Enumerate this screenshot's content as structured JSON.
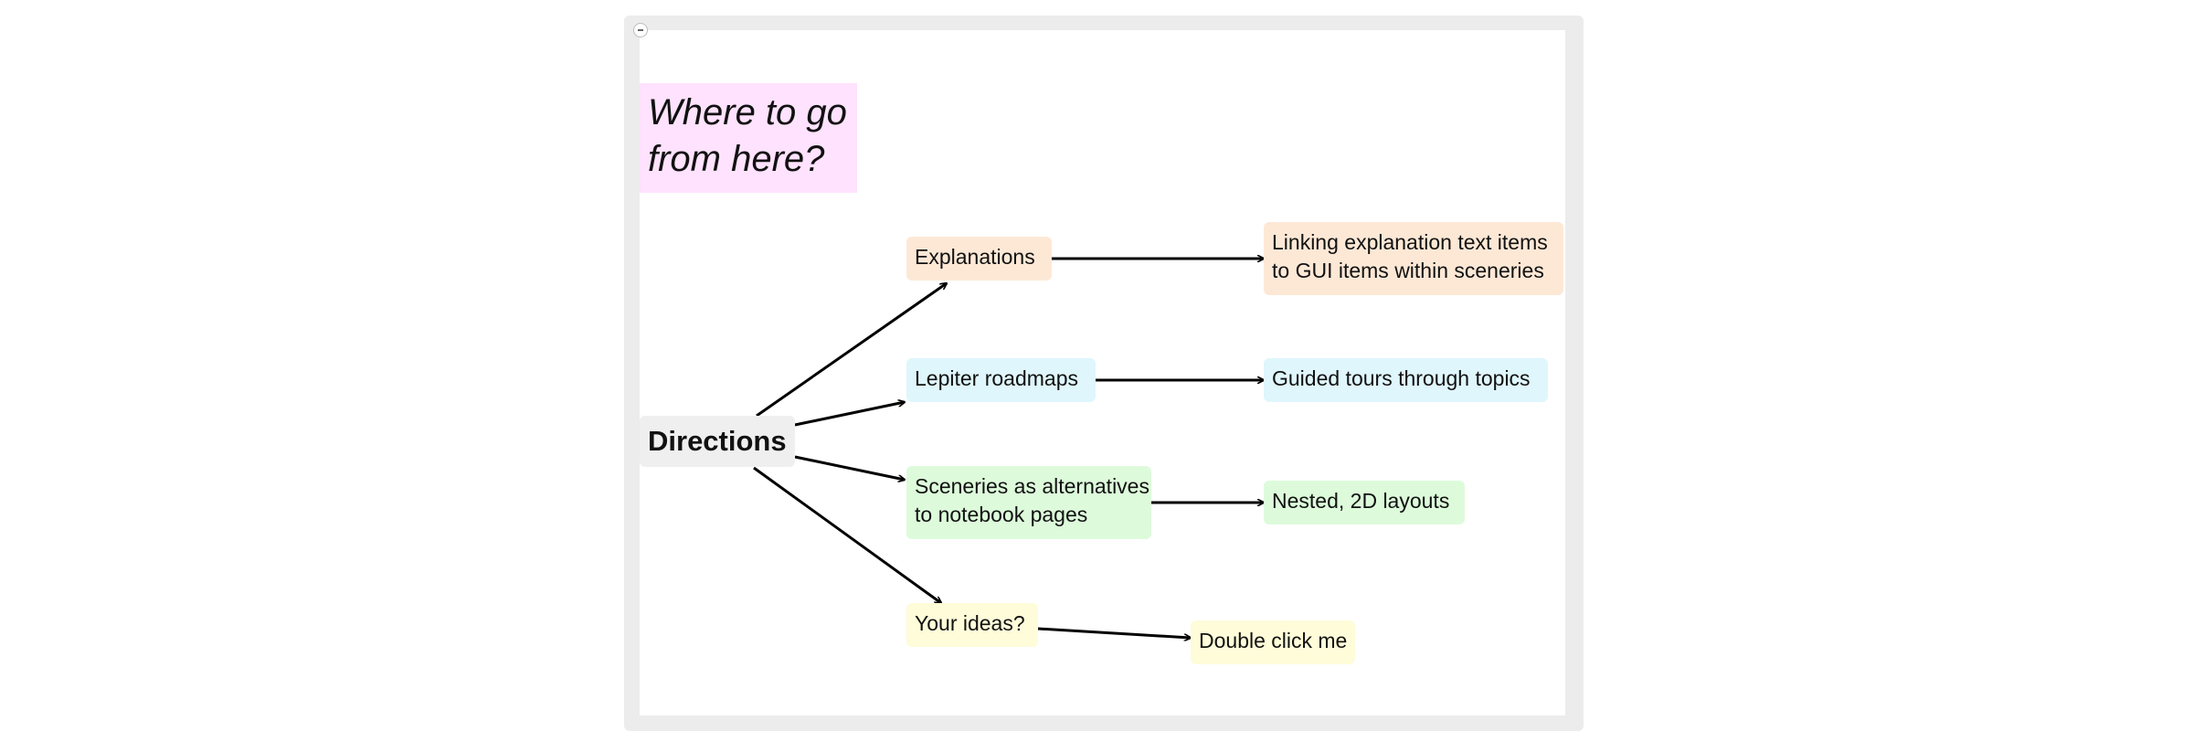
{
  "title": "Where to go from here?",
  "title_lines": [
    "Where to go",
    "from here?"
  ],
  "nodes": {
    "directions": "Directions",
    "explanations": "Explanations",
    "linking": [
      "Linking explanation text items",
      "to GUI items within sceneries"
    ],
    "roadmaps": "Lepiter roadmaps",
    "tours": "Guided tours through topics",
    "sceneries": [
      "Sceneries as alternatives",
      "to notebook pages"
    ],
    "nested": "Nested, 2D layouts",
    "ideas": "Your ideas?",
    "double_click": "Double click me"
  },
  "colors": {
    "title_bg": "#ffe2fd",
    "root_bg": "#efefef",
    "peach": "#fde8d6",
    "blue": "#dff6fc",
    "green": "#ddfbdb",
    "yellow": "#fefcd9",
    "edge": "#000000"
  },
  "icons": {
    "collapse": "minus-circle-icon"
  }
}
